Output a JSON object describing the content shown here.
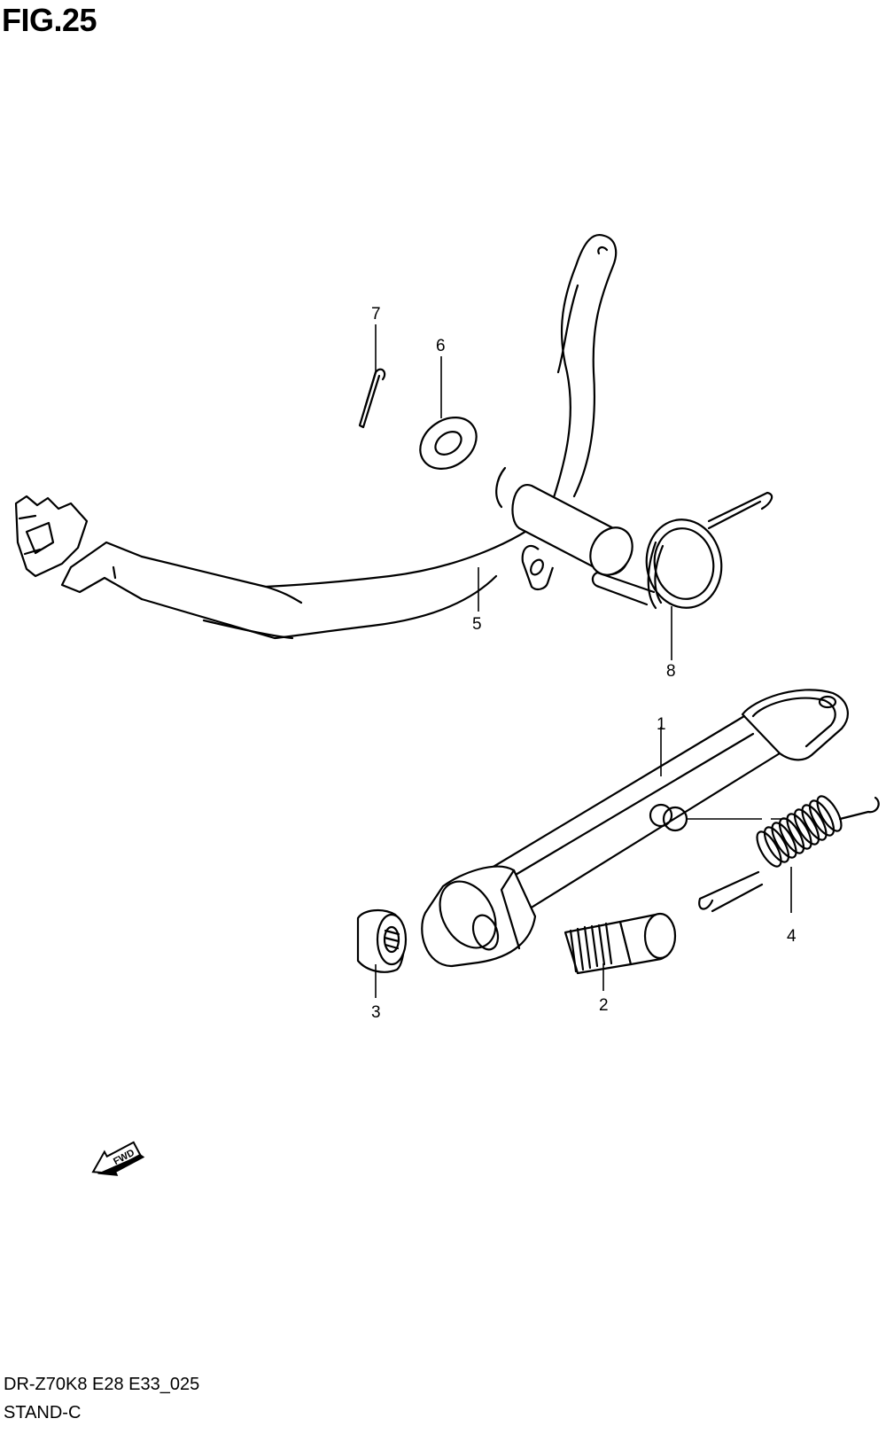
{
  "figure": {
    "title": "FIG.25"
  },
  "footer": {
    "model_code": "DR-Z70K8 E28 E33_025",
    "section_name": "STAND-C"
  },
  "fwd_arrow": {
    "label": "FWD",
    "icon": "fwd-arrow-icon"
  },
  "callouts": [
    {
      "id": "1",
      "label": "1"
    },
    {
      "id": "2",
      "label": "2"
    },
    {
      "id": "3",
      "label": "3"
    },
    {
      "id": "4",
      "label": "4"
    },
    {
      "id": "5",
      "label": "5"
    },
    {
      "id": "6",
      "label": "6"
    },
    {
      "id": "7",
      "label": "7"
    },
    {
      "id": "8",
      "label": "8"
    }
  ]
}
